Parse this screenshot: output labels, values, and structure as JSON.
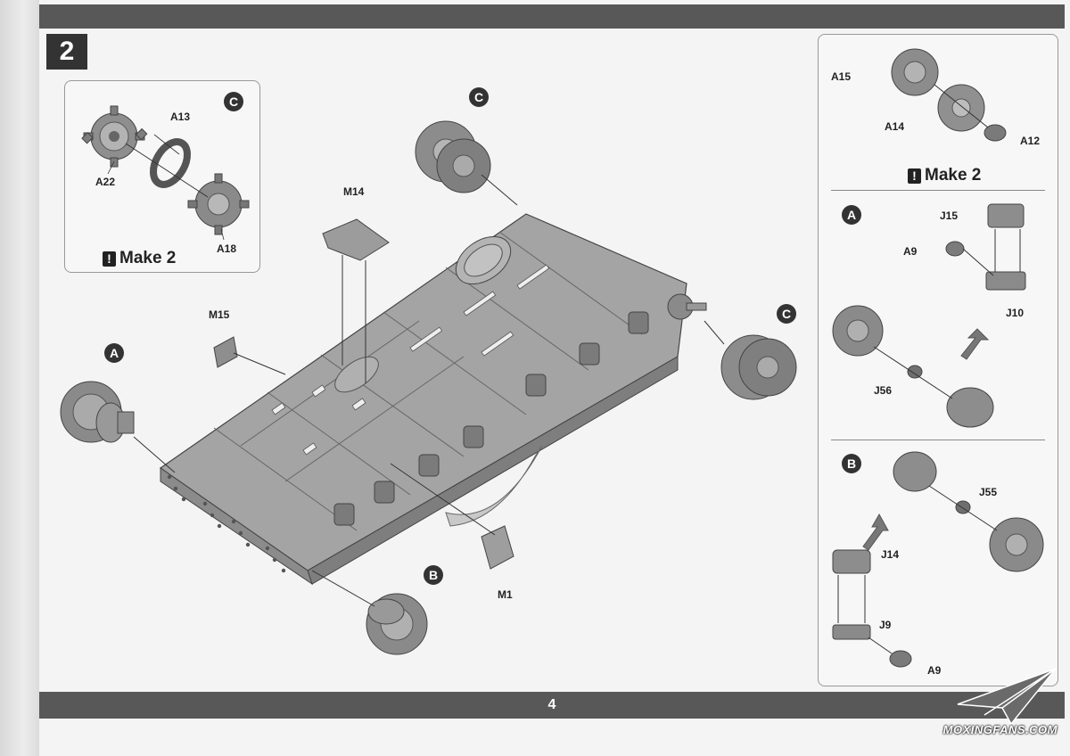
{
  "page": {
    "step_number": "2",
    "page_number": "4"
  },
  "inset_c": {
    "badge": "C",
    "parts": {
      "a13": "A13",
      "a22": "A22",
      "a18": "A18"
    },
    "make_label": "Make 2",
    "make_icon": "exclamation-icon"
  },
  "main": {
    "labels": {
      "m14": "M14",
      "m15": "M15",
      "m1": "M1"
    },
    "badges": {
      "c_top": "C",
      "c_right": "C",
      "a_left": "A",
      "b_bottom": "B"
    }
  },
  "right_top": {
    "parts": {
      "a15": "A15",
      "a14": "A14",
      "a12": "A12"
    },
    "make_label": "Make 2",
    "make_icon": "exclamation-icon"
  },
  "right_a": {
    "badge": "A",
    "parts": {
      "j15": "J15",
      "a9": "A9",
      "j10": "J10",
      "j56": "J56"
    }
  },
  "right_b": {
    "badge": "B",
    "parts": {
      "j55": "J55",
      "j14": "J14",
      "j9": "J9",
      "a9": "A9"
    }
  },
  "watermark": {
    "text": "MOXINGFANS.COM",
    "icon": "paper-plane-icon"
  },
  "colors": {
    "bar": "#585858",
    "part_fill": "#9a9a9a",
    "part_dark": "#6a6a6a",
    "paper": "#f4f4f4"
  }
}
